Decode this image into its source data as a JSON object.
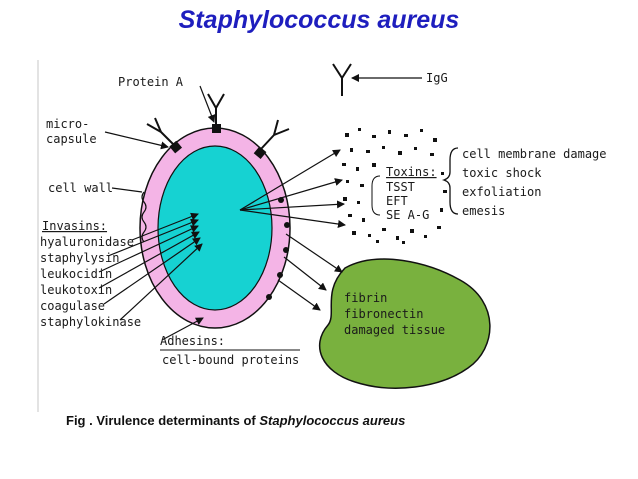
{
  "title": "Staphylococcus aureus",
  "labels": {
    "protein_a": "Protein A",
    "igg": "IgG",
    "microcapsule_1": "micro-",
    "microcapsule_2": "capsule",
    "cell_wall": "cell wall",
    "invasins": "Invasins:",
    "invasins_list": [
      "hyaluronidase",
      "staphylysin",
      "leukocidin",
      "leukotoxin",
      "coagulase",
      "staphylokinase"
    ],
    "toxins": "Toxins:",
    "toxins_list": [
      "TSST",
      "EFT",
      "SE A-G"
    ],
    "toxin_effects": [
      "cell membrane damage",
      "toxic shock",
      "exfoliation",
      "emesis"
    ],
    "adhesins": "Adhesins:",
    "adhesins_sub": "cell-bound proteins",
    "tissue_list": [
      "fibrin",
      "fibronectin",
      "damaged tissue"
    ]
  },
  "caption": {
    "prefix": "Fig . Virulence determinants of ",
    "italic": "Staphylococcus aureus"
  },
  "colors": {
    "title": "#1e1ebe",
    "cell_wall": "#f4b4e6",
    "cytoplasm": "#16d2d2",
    "tissue": "#79b13e"
  }
}
